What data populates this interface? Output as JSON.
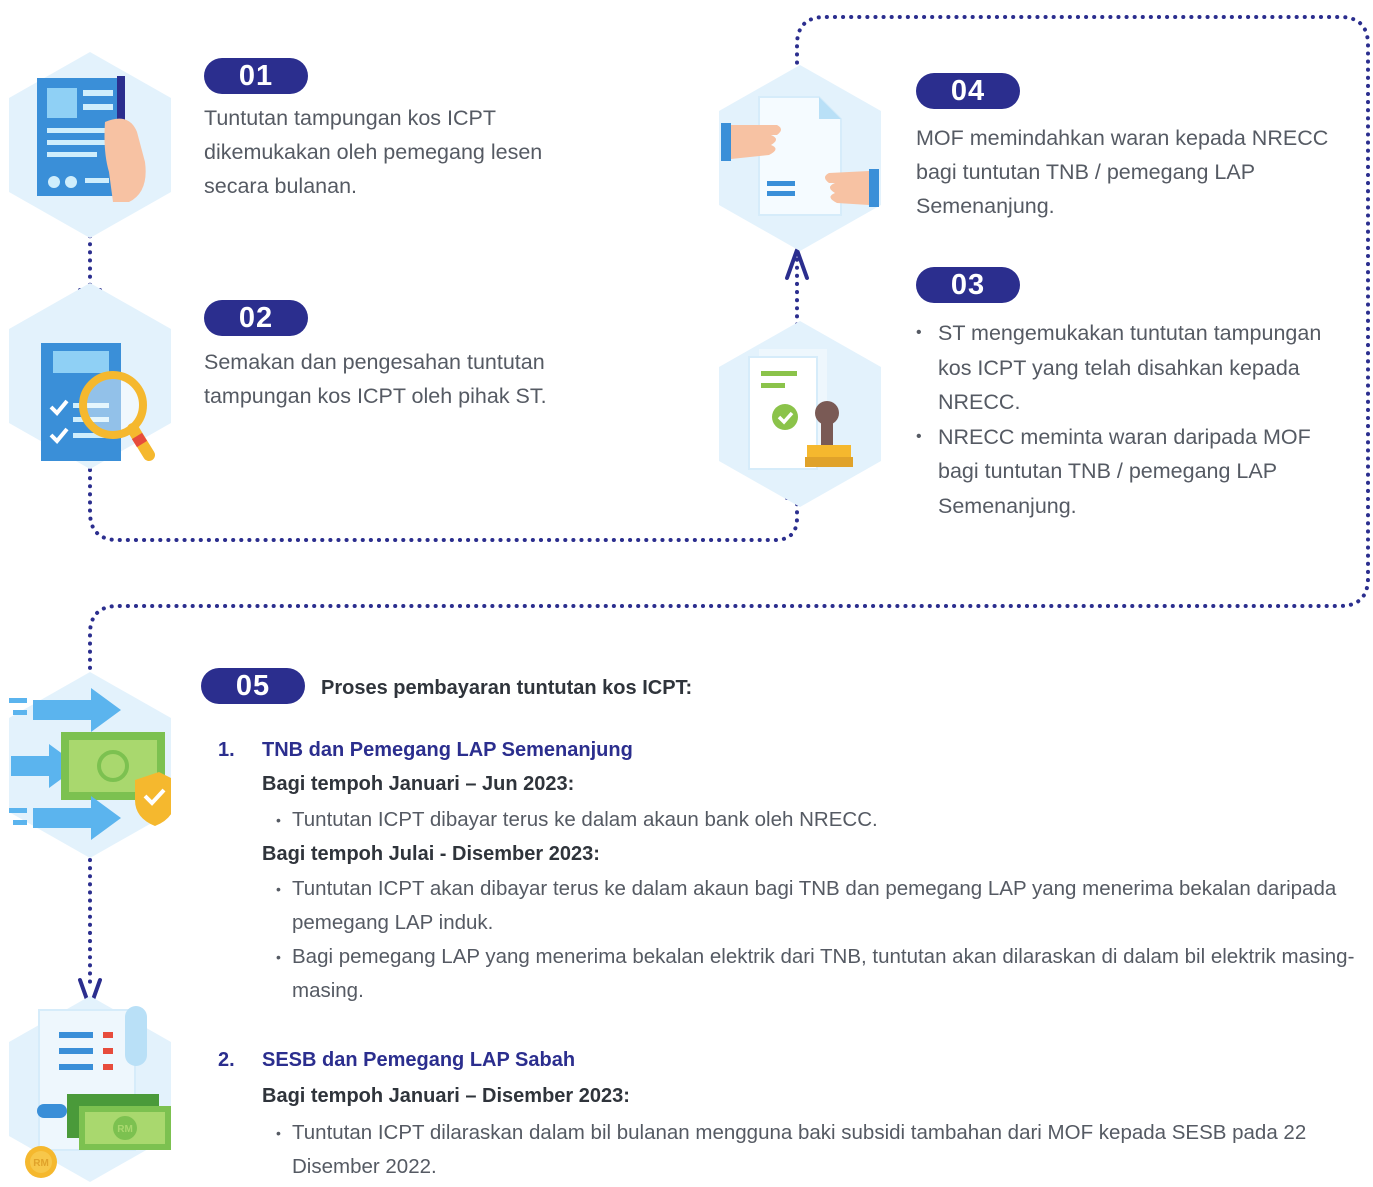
{
  "steps": [
    {
      "badge": "01",
      "text": "Tuntutan tampungan kos ICPT dikemukakan oleh pemegang lesen secara bulanan."
    },
    {
      "badge": "02",
      "text": "Semakan dan pengesahan tuntutan tampungan kos ICPT oleh pihak ST."
    },
    {
      "badge": "03",
      "bullets": [
        "ST mengemukakan tuntutan tampungan kos ICPT yang telah disahkan kepada NRECC.",
        "NRECC meminta waran daripada MOF bagi tuntutan TNB / pemegang LAP Semenanjung."
      ]
    },
    {
      "badge": "04",
      "text": "MOF memindahkan waran kepada NRECC bagi tuntutan TNB / pemegang LAP Semenanjung."
    },
    {
      "badge": "05",
      "heading": "Proses pembayaran tuntutan kos ICPT:"
    }
  ],
  "sections": [
    {
      "number": "1.",
      "title": "TNB dan Pemegang LAP Semenanjung",
      "periods": [
        {
          "label": "Bagi tempoh Januari – Jun 2023:",
          "items": [
            "Tuntutan ICPT dibayar terus ke dalam akaun bank oleh NRECC."
          ]
        },
        {
          "label": "Bagi tempoh Julai - Disember 2023:",
          "items": [
            "Tuntutan ICPT akan dibayar terus ke dalam akaun bagi TNB dan pemegang LAP yang menerima bekalan daripada pemegang LAP induk.",
            "Bagi pemegang LAP yang menerima bekalan elektrik dari TNB, tuntutan akan dilaraskan di dalam bil elektrik masing-masing."
          ]
        }
      ]
    },
    {
      "number": "2.",
      "title": "SESB dan Pemegang LAP Sabah",
      "periods": [
        {
          "label": "Bagi tempoh Januari – Disember 2023:",
          "items": [
            "Tuntutan ICPT dilaraskan dalam bil bulanan mengguna baki subsidi tambahan dari MOF kepada SESB pada 22 Disember 2022."
          ]
        }
      ]
    }
  ],
  "icons": {
    "coin_label": "RM",
    "note_label": "RM"
  },
  "colors": {
    "accent": "#2b2e8e",
    "hex_fill": "#e3f2fc",
    "blue": "#2f8fd8",
    "green": "#8bc34a",
    "text": "#555a63"
  }
}
